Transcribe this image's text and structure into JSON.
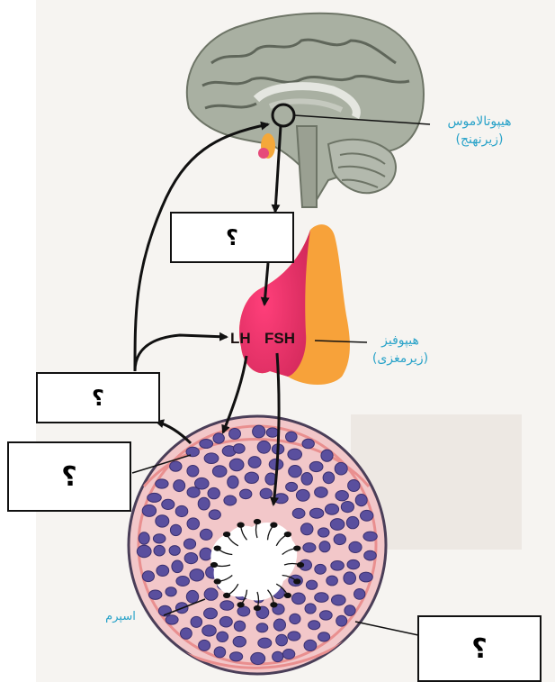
{
  "labels": {
    "hypothalamus_line1": "هیپوتالاموس",
    "hypothalamus_line2": "(زیرنهنج)",
    "pituitary_line1": "هیپوفیز",
    "pituitary_line2": "(زیرمغزی)",
    "lh": "LH",
    "fsh": "FSH",
    "sperm": "اسپرم"
  },
  "unknown_boxes": {
    "box1": "؟",
    "box2": "؟",
    "box3": "؟",
    "box4": "؟"
  },
  "colors": {
    "label_blue": "#2aa3c9",
    "pituitary_pink": "#e8346a",
    "pituitary_orange": "#f7a23a",
    "tubule_pink": "#f2c7c9",
    "cell_purple": "#5a4f9e",
    "brain_gray": "#a7aea0"
  }
}
